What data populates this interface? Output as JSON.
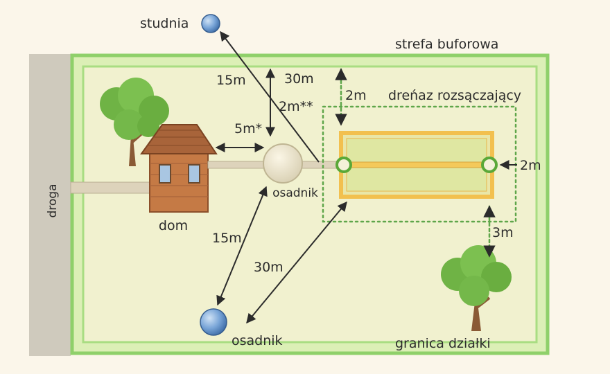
{
  "labels": {
    "studnia": "studnia",
    "strefa_buforowa": "strefa buforowa",
    "drenaz": "dreńaz rozsączający",
    "droga": "droga",
    "dom": "dom",
    "osadnik_top": "osadnik",
    "osadnik_bottom": "osadnik",
    "granica": "granica działki"
  },
  "distances": {
    "well_to_house_area": "15m",
    "well_to_drain": "30m",
    "vertical_2m_stars": "2m**",
    "house_to_tank": "5m*",
    "top_buffer": "2m",
    "right_buffer": "2m",
    "bottom_buffer": "3m",
    "tank_to_well2": "15m",
    "drain_to_well2": "30m"
  },
  "colors": {
    "plot_border": "#8fd06a",
    "plot_fill": "#f1f1cf",
    "road": "#cfcabd",
    "house": "#c57a45",
    "roof": "#a8643a",
    "drain_frame": "#f2c04f",
    "well": "#6e9ad0"
  }
}
